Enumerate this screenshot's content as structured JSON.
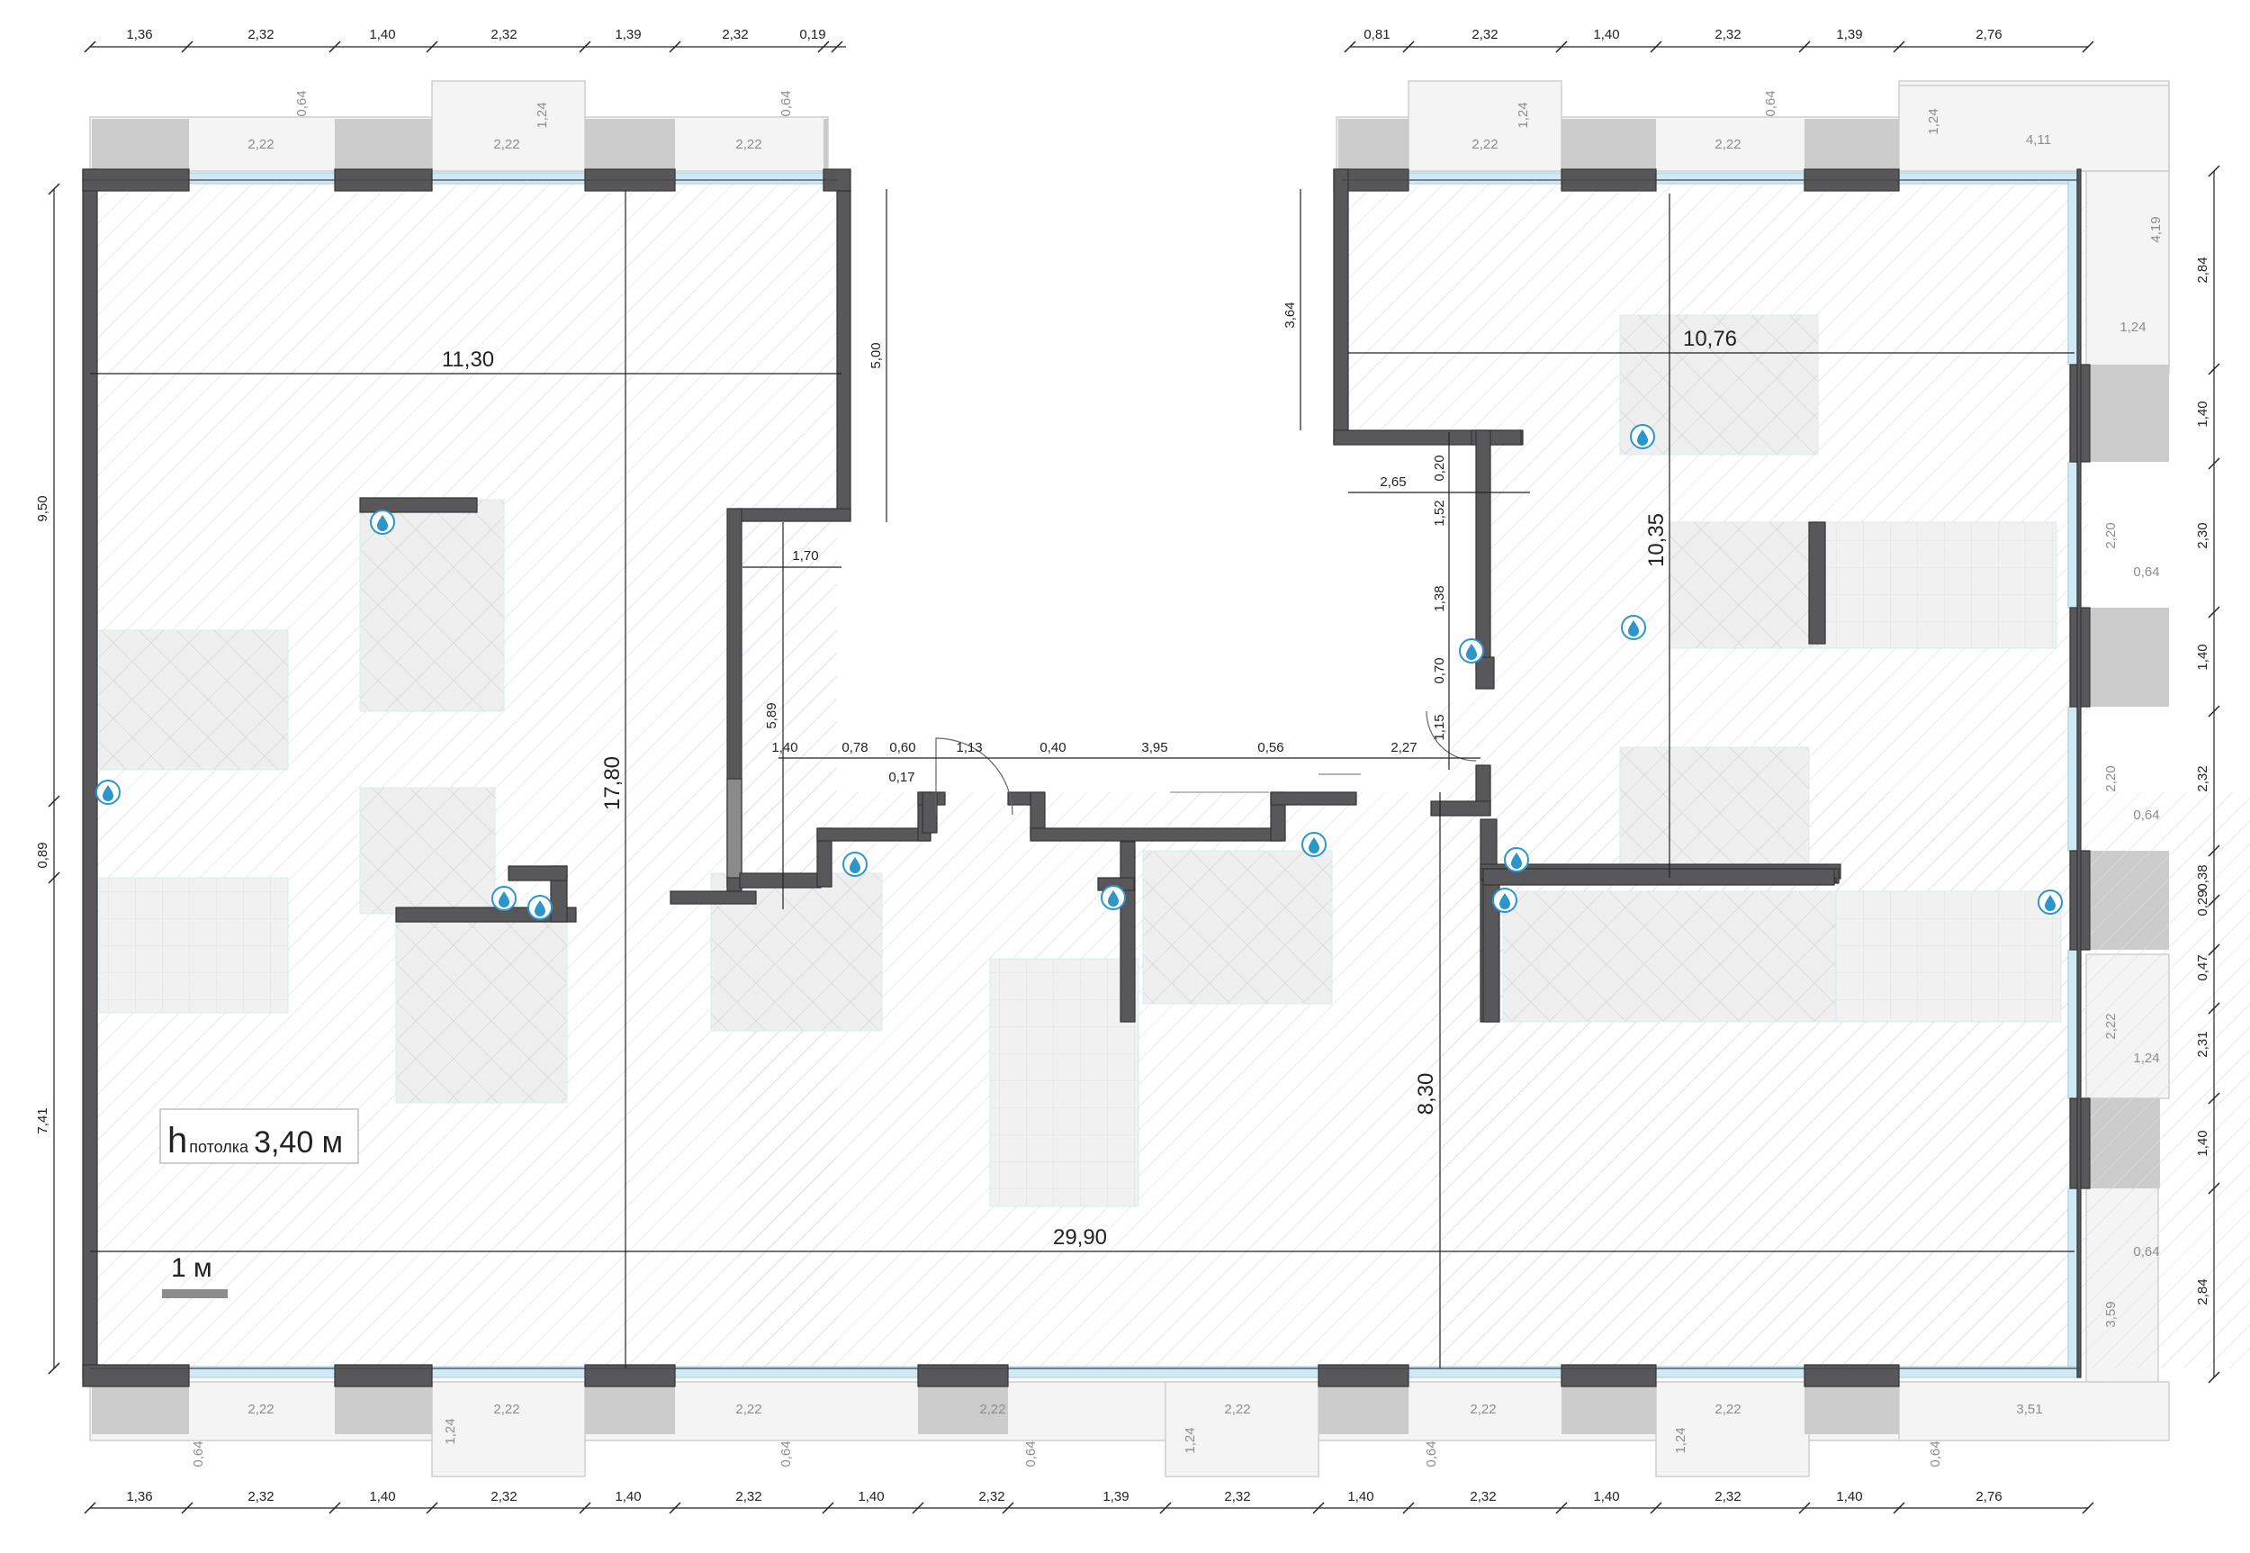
{
  "top_dims_left": [
    "1,36",
    "2,32",
    "1,40",
    "2,32",
    "1,39",
    "2,32",
    "0,19"
  ],
  "top_dims_right": [
    "0,81",
    "2,32",
    "1,40",
    "2,32",
    "1,39",
    "2,76"
  ],
  "bottom_dims": [
    "1,36",
    "2,32",
    "1,40",
    "2,32",
    "1,40",
    "2,32",
    "1,40",
    "2,32",
    "1,39",
    "2,32",
    "1,40",
    "2,32",
    "1,40",
    "2,32",
    "1,40",
    "2,76"
  ],
  "left_dims": [
    "9,50",
    "0,89",
    "7,41"
  ],
  "right_dims": [
    "2,84",
    "1,40",
    "2,30",
    "1,40",
    "2,32",
    "0,38",
    "0,29",
    "0,47",
    "2,31",
    "1,40",
    "2,84"
  ],
  "inner_dims": {
    "d11_30": "11,30",
    "d17_80": "17,80",
    "d5_00": "5,00",
    "d1_70": "1,70",
    "d5_89": "5,89",
    "d1_40": "1,40",
    "d0_78": "0,78",
    "d0_60": "0,60",
    "d0_17": "0,17",
    "d1_13": "1,13",
    "d0_40": "0,40",
    "d3_95": "3,95",
    "d0_56": "0,56",
    "d2_27": "2,27",
    "d29_90": "29,90",
    "d8_30": "8,30",
    "d10_76": "10,76",
    "d10_35": "10,35",
    "d3_64": "3,64",
    "d2_65": "2,65",
    "d0_20": "0,20",
    "d1_52": "1,52",
    "d1_38": "1,38",
    "d0_70": "0,70",
    "d1_15": "1,15"
  },
  "grey_labels": {
    "w2_22": "2,22",
    "p0_64": "0,64",
    "p1_24": "1,24",
    "b4_11": "4,11",
    "b4_19": "4,19",
    "b3_59": "3,59",
    "b3_51": "3,51",
    "w2_20": "2,20"
  },
  "ceiling": {
    "h": "h",
    "sub": "потолка",
    "value": "3,40 м"
  },
  "scale": {
    "label": "1 м"
  },
  "colors": {
    "wall": "#58585a",
    "window": "#cde9f5",
    "pier": "#c8c8c8",
    "water": "#2c95c9"
  }
}
